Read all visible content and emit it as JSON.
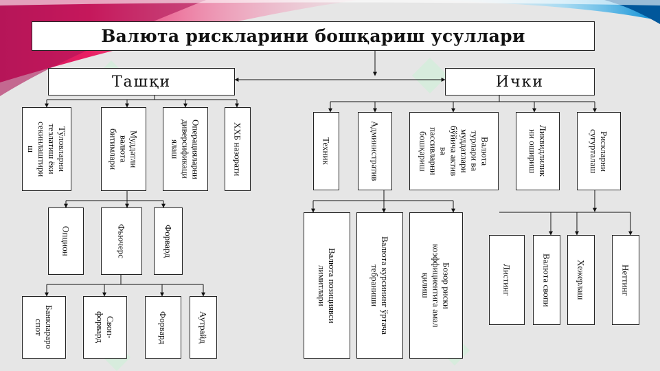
{
  "title": "Валюта рискларини бошқариш усуллари",
  "external": {
    "label": "Ташқи",
    "methods": [
      {
        "id": "ext1",
        "text": "Тўловларни\nтезлатиш ёки\nсекинлаштири\nш"
      },
      {
        "id": "ext2",
        "text": "Муддатли\nвалюта\nбитимлари"
      },
      {
        "id": "ext3",
        "text": "Операцияларни\nдиверсификаци\nялаш"
      },
      {
        "id": "ext4",
        "text": "ХХБ назорати"
      }
    ],
    "derivatives": [
      "Опцион",
      "Фьючерс",
      "Форвард"
    ],
    "forward_types": [
      "Банклараро\nспот",
      "Своп-\nфорвард",
      "Форвард",
      "Аутрайд"
    ]
  },
  "internal": {
    "label": "Ички",
    "methods": [
      {
        "id": "in1",
        "text": "Техник"
      },
      {
        "id": "in2",
        "text": "Административ"
      },
      {
        "id": "in3",
        "text": "Валюта\nтурлари ва\nмуддатлари\nбўйича актив\nва\nпассивларни\nбошқариш"
      },
      {
        "id": "in4",
        "text": "Ликвидлилик\nни ошириш"
      },
      {
        "id": "in5",
        "text": "Рискларни\nсуғурталаш"
      }
    ],
    "admin_items": [
      "Валюта позициявси\nлимитлари",
      "Валюта курсининг ўртача\nтебраниши",
      "Бозор риски\nкоэффициентига амал\nқилиш"
    ],
    "insurance_items": [
      "Листинг",
      "Валюта свопи",
      "Хежерлаш",
      "Неттинг"
    ]
  }
}
